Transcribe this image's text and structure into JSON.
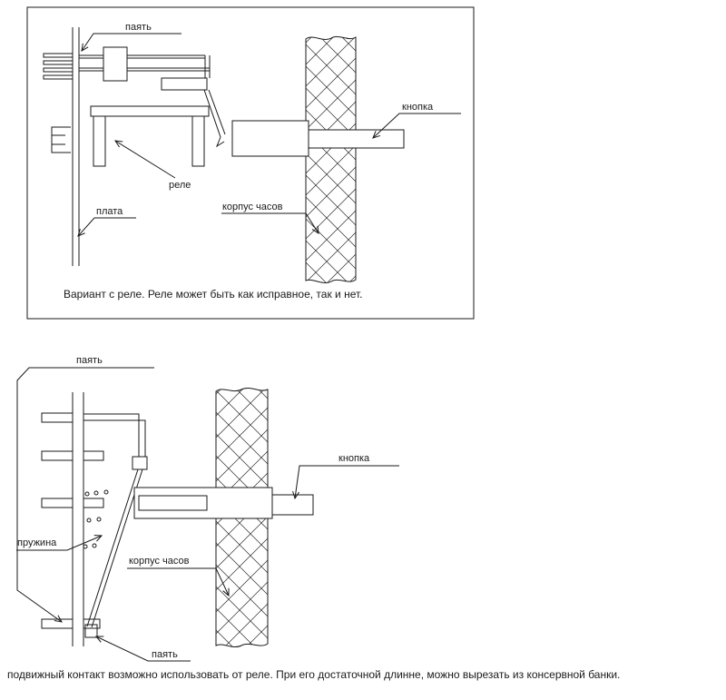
{
  "meta": {
    "background_color": "#ffffff",
    "line_color": "#1a1a1a"
  },
  "diagram_top": {
    "labels": {
      "solder": "паять",
      "button": "кнопка",
      "relay": "реле",
      "board": "плата",
      "clock_case": "корпус часов"
    },
    "caption": "Вариант с реле. Реле может быть как исправное, так и нет."
  },
  "diagram_bottom": {
    "labels": {
      "solder_top": "паять",
      "button": "кнопка",
      "spring": "пружина",
      "clock_case": "корпус часов",
      "solder_bottom": "паять"
    },
    "caption": "подвижный контакт возможно использовать от реле. При его достаточной длинне, можно вырезать из консервной банки."
  }
}
